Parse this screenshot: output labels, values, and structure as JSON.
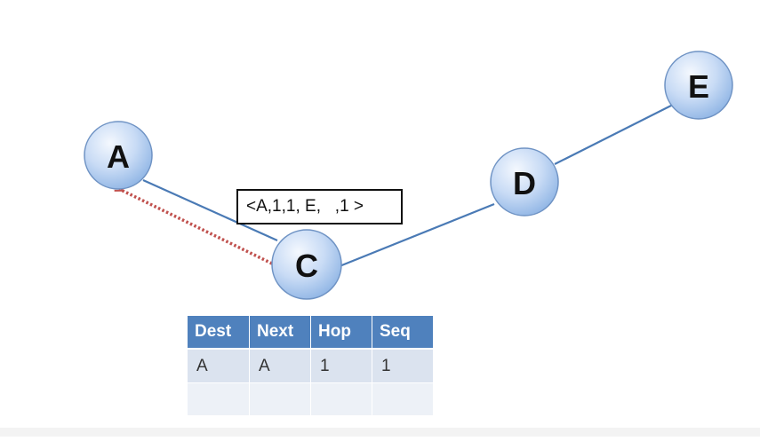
{
  "nodes": [
    {
      "id": "A",
      "label": "A"
    },
    {
      "id": "C",
      "label": "C"
    },
    {
      "id": "D",
      "label": "D"
    },
    {
      "id": "E",
      "label": "E"
    }
  ],
  "links": [
    {
      "from": "A",
      "to": "C"
    },
    {
      "from": "C",
      "to": "D"
    },
    {
      "from": "D",
      "to": "E"
    }
  ],
  "message": {
    "text": "<A,1,1, E,   ,1 >",
    "direction": {
      "from": "C",
      "to": "A"
    }
  },
  "routing_table": {
    "headers": [
      "Dest",
      "Next",
      "Hop",
      "Seq"
    ],
    "rows": [
      [
        "A",
        "A",
        "1",
        "1"
      ],
      [
        "",
        "",
        "",
        ""
      ]
    ]
  },
  "colors": {
    "link": "#4a7ab5",
    "arrow": "#c0504d",
    "node_fill_light": "#eef4fd",
    "node_fill_dark": "#9fc0ea",
    "table_header": "#4f81bd"
  }
}
